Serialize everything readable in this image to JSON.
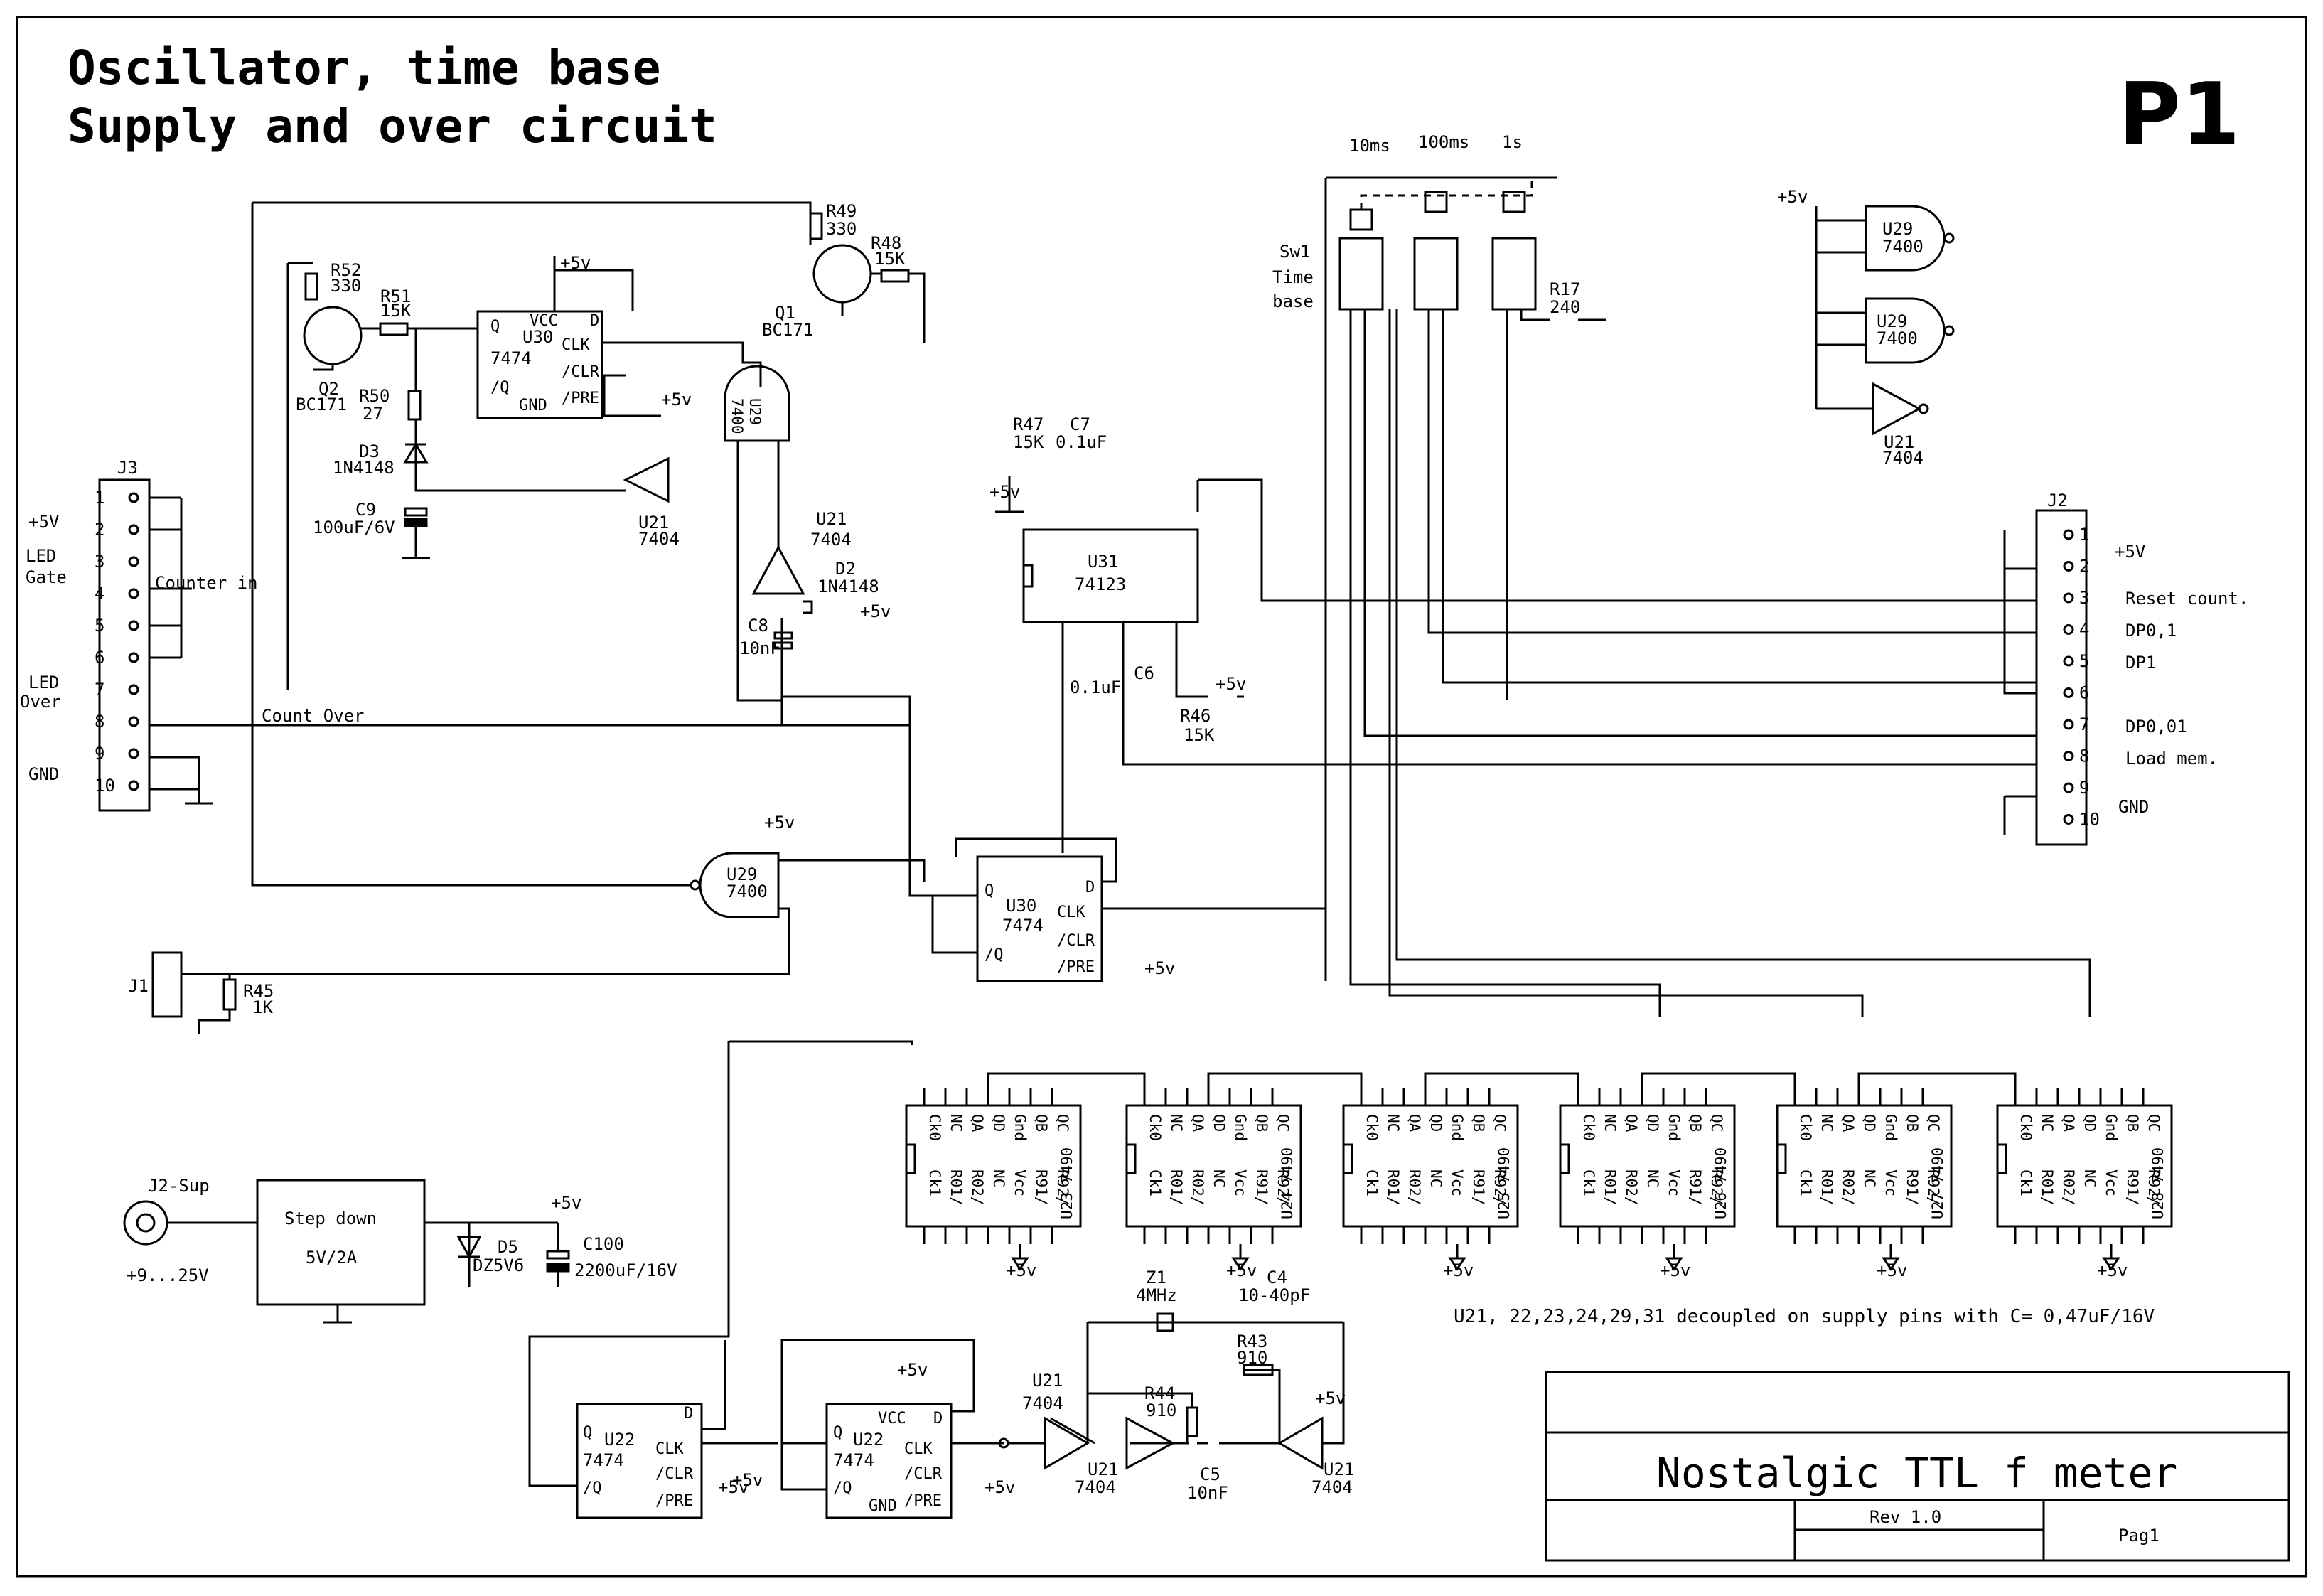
{
  "title": {
    "line1": "Oscillator, time base",
    "line2": "Supply and over circuit"
  },
  "page_id": "P1",
  "title_block": {
    "name": "Nostalgic TTL f meter",
    "rev": "Rev 1.0",
    "page": "Pag1"
  },
  "note": "U21, 22,23,24,29,31 decoupled on supply pins with C= 0,47uF/16V",
  "supply": {
    "plus5": "+5v",
    "plus5_big": "+5V",
    "gnd": "GND"
  },
  "j3": {
    "ref": "J3",
    "pins": [
      "1",
      "2",
      "3",
      "4",
      "5",
      "6",
      "7",
      "8",
      "9",
      "10"
    ],
    "side_labels": {
      "plus5": "+5V",
      "led_gate": [
        "LED",
        "Gate"
      ],
      "led_over": [
        "LED",
        "Over"
      ],
      "gnd": "GND"
    },
    "counter_in": "Counter in",
    "count_over": "Count Over"
  },
  "j2": {
    "ref": "J2",
    "pins": [
      "1",
      "2",
      "3",
      "4",
      "5",
      "6",
      "7",
      "8",
      "9",
      "10"
    ],
    "labels": [
      "+5V",
      "Reset count.",
      "DP0,1",
      "DP1",
      "DP0,01",
      "Load mem.",
      "GND"
    ]
  },
  "switch": {
    "ref": "Sw1",
    "name": [
      "Time",
      "base"
    ],
    "ranges": [
      "10ms",
      "100ms",
      "1s"
    ]
  },
  "components": {
    "r52": [
      "R52",
      "330"
    ],
    "r51": [
      "R51",
      "15K"
    ],
    "r50": [
      "R50",
      "27"
    ],
    "r49": [
      "R49",
      "330"
    ],
    "r48": [
      "R48",
      "15K"
    ],
    "r47": [
      "R47",
      "15K"
    ],
    "r46": [
      "R46",
      "15K"
    ],
    "r45": [
      "R45",
      "1K"
    ],
    "r44": [
      "R44",
      "910"
    ],
    "r43": [
      "R43",
      "910"
    ],
    "r17": [
      "R17",
      "240"
    ],
    "q2": [
      "Q2",
      "BC171"
    ],
    "q1": [
      "Q1",
      "BC171"
    ],
    "d3": [
      "D3",
      "1N4148"
    ],
    "d2": [
      "D2",
      "1N4148"
    ],
    "d5": [
      "D5",
      "DZ5V6"
    ],
    "c9": [
      "C9",
      "100uF/6V"
    ],
    "c8": [
      "C8",
      "10nF"
    ],
    "c7": [
      "C7",
      "0.1uF"
    ],
    "c6": [
      "C6",
      "0.1uF"
    ],
    "c5": [
      "C5",
      "10nF"
    ],
    "c4": [
      "C4",
      "10-40pF"
    ],
    "c100": [
      "C100",
      "2200uF/16V"
    ],
    "z1": [
      "Z1",
      "4MHz"
    ],
    "j1": "J1",
    "j2sup": "J2-Sup",
    "vin": "+9...25V",
    "stepdown": [
      "Step down",
      "5V/2A"
    ]
  },
  "ics": {
    "u30a": {
      "ref": "U30",
      "type": "7474"
    },
    "u30b": {
      "ref": "U30",
      "type": "7474"
    },
    "u22a": {
      "ref": "U22",
      "type": "7474"
    },
    "u22b": {
      "ref": "U22",
      "type": "7474"
    },
    "u31": {
      "ref": "U31",
      "type": "74123"
    },
    "u29": {
      "ref": "U29",
      "type": "7400"
    },
    "u21": {
      "ref": "U21",
      "type": "7404"
    },
    "decade": [
      {
        "ref": "U23",
        "type": "7490"
      },
      {
        "ref": "U24",
        "type": "7490"
      },
      {
        "ref": "U25",
        "type": "7490"
      },
      {
        "ref": "U26",
        "type": "7490"
      },
      {
        "ref": "U27",
        "type": "7490"
      },
      {
        "ref": "U28",
        "type": "7490"
      }
    ]
  },
  "pin_labels_7474": [
    "Q",
    "/Q",
    "VCC",
    "GND",
    "CLK",
    "/CLR",
    "/PRE",
    "D"
  ],
  "pin_labels_7490_top": [
    "Ck0",
    "NC",
    "QA",
    "QD",
    "Gnd",
    "QB",
    "QC"
  ],
  "pin_labels_7490_bot": [
    "Ck1",
    "R01/",
    "R02/",
    "NC",
    "Vcc",
    "R91/",
    "R92/"
  ]
}
